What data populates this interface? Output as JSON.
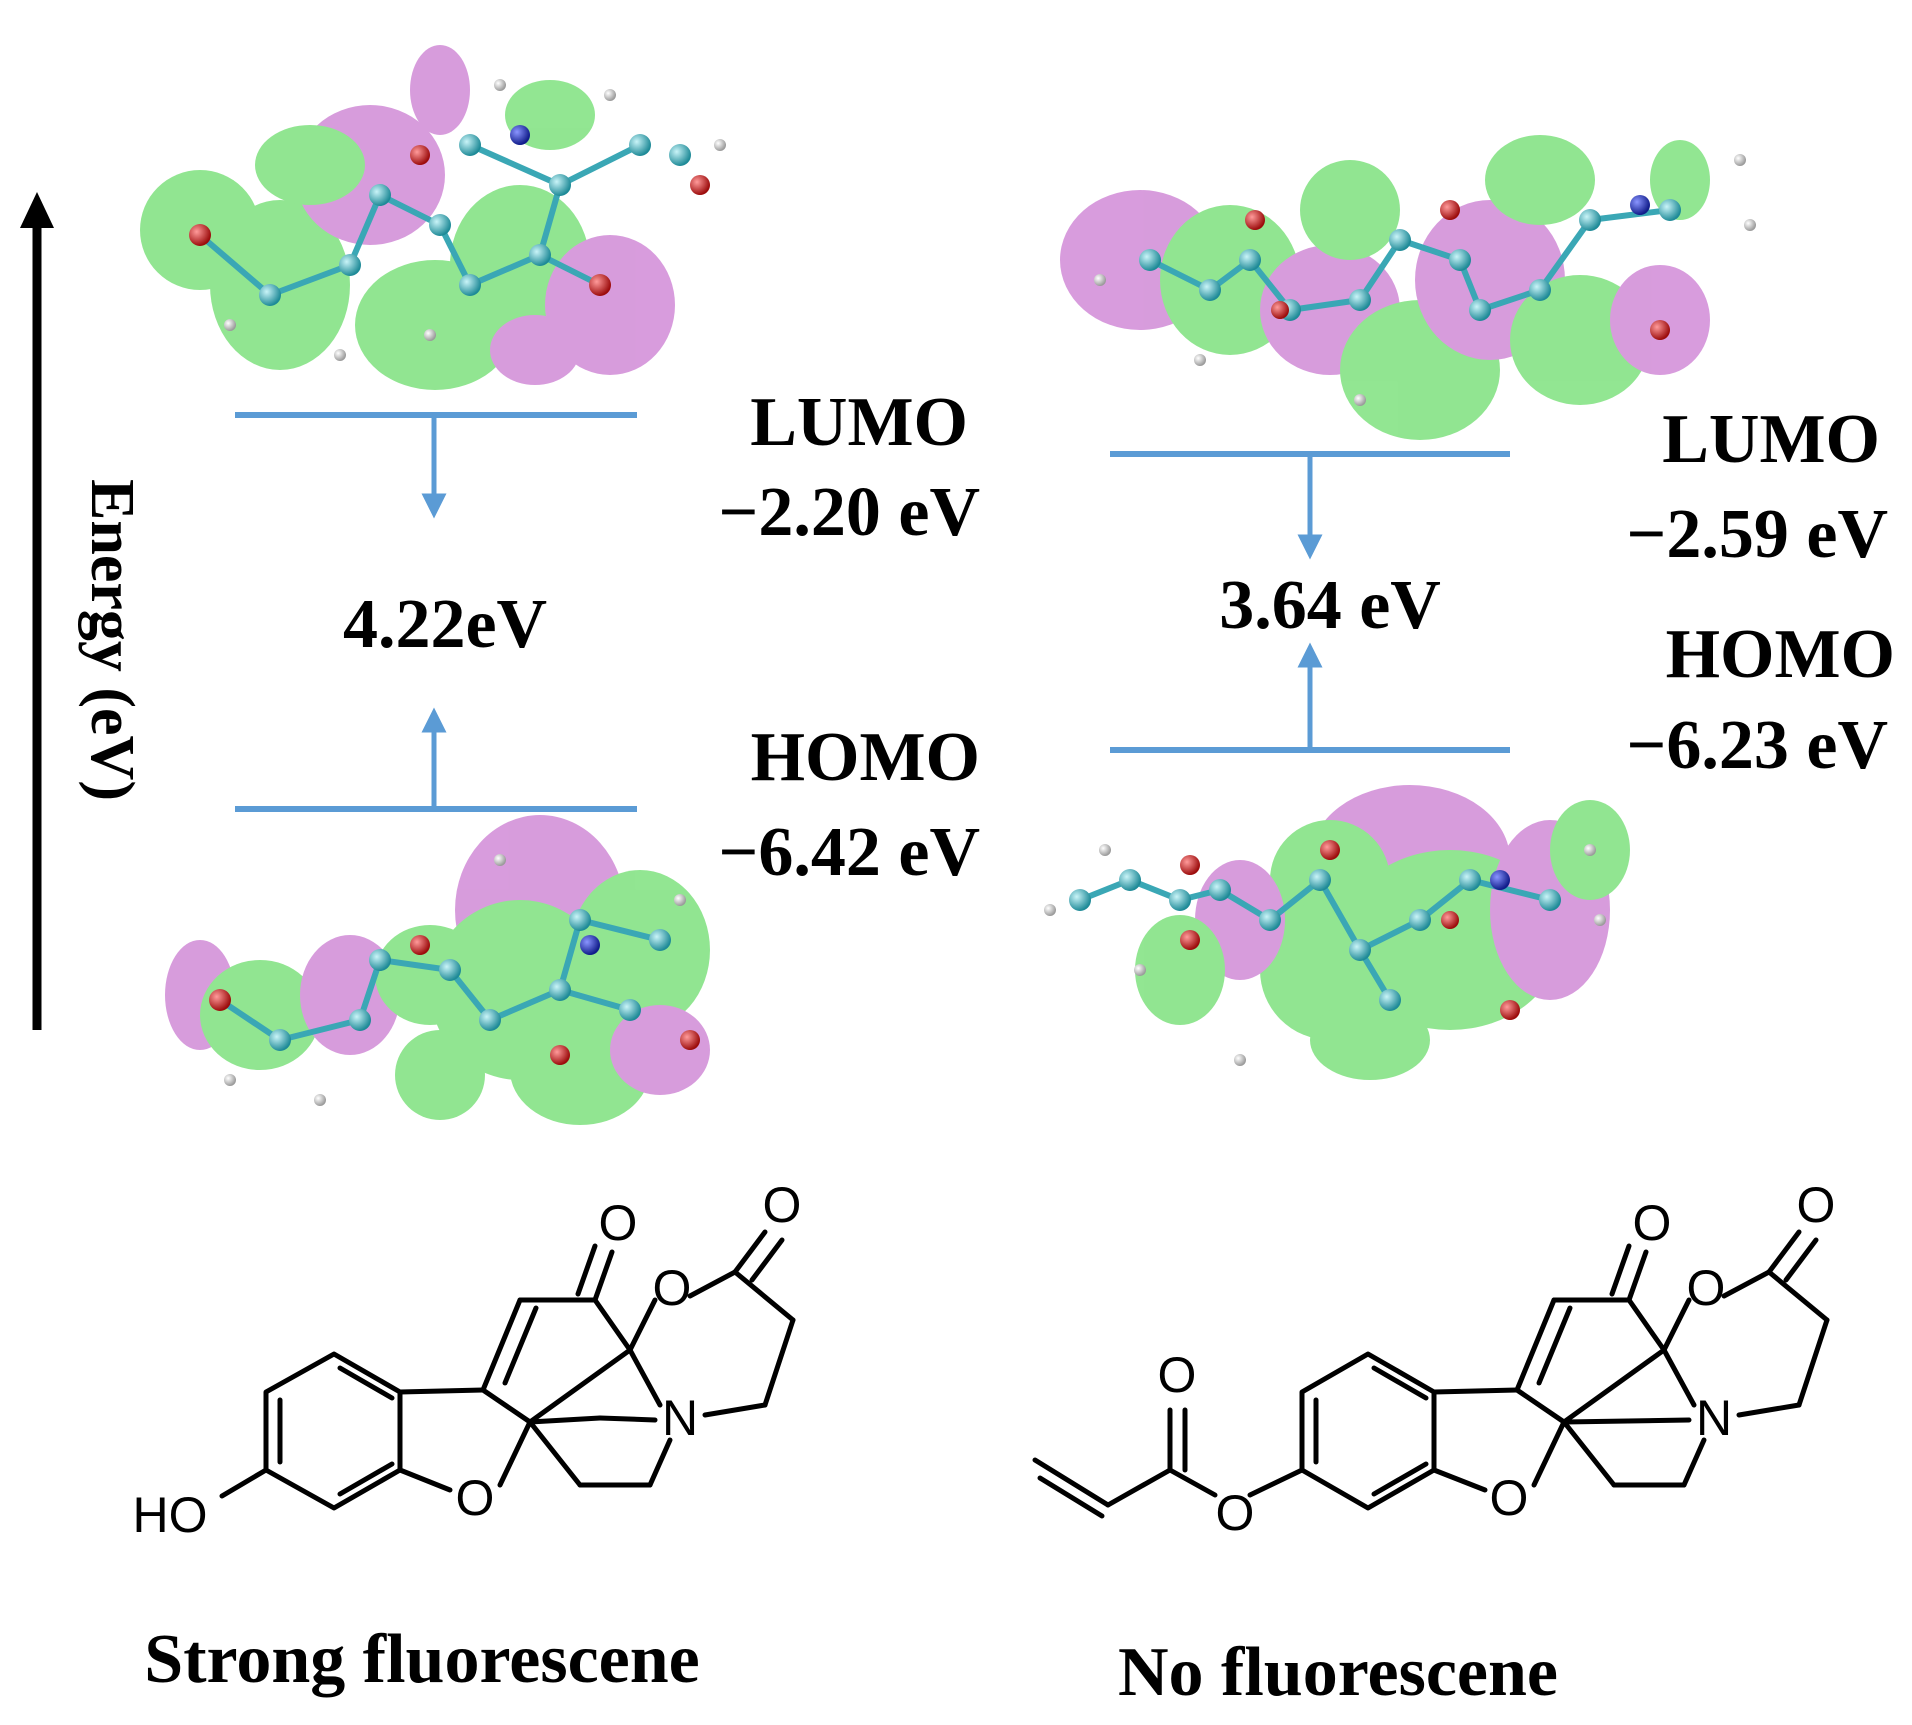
{
  "axis": {
    "label": "Energy (eV)"
  },
  "panels": [
    {
      "lumo_label": "LUMO",
      "lumo_value": "−2.20 eV",
      "gap": "4.22eV",
      "homo_label": "HOMO",
      "homo_value": "−6.42 eV",
      "caption": "Strong fluorescene",
      "substituent": "HO"
    },
    {
      "lumo_label": "LUMO",
      "lumo_value": "−2.59 eV",
      "gap": "3.64 eV",
      "homo_label": "HOMO",
      "homo_value": "−6.23 eV",
      "caption": "No fluorescene"
    }
  ],
  "atoms": {
    "oxygen": "O",
    "nitrogen": "N"
  },
  "colors": {
    "level_line": "#5b9bd5",
    "orbital_positive": "#4fd64f",
    "orbital_negative": "#c060c8",
    "carbon_atom": "#3aa7b5",
    "oxygen_atom": "#d11a1a",
    "nitrogen_atom": "#1a2bb5",
    "hydrogen_atom": "#e8e8e8"
  }
}
